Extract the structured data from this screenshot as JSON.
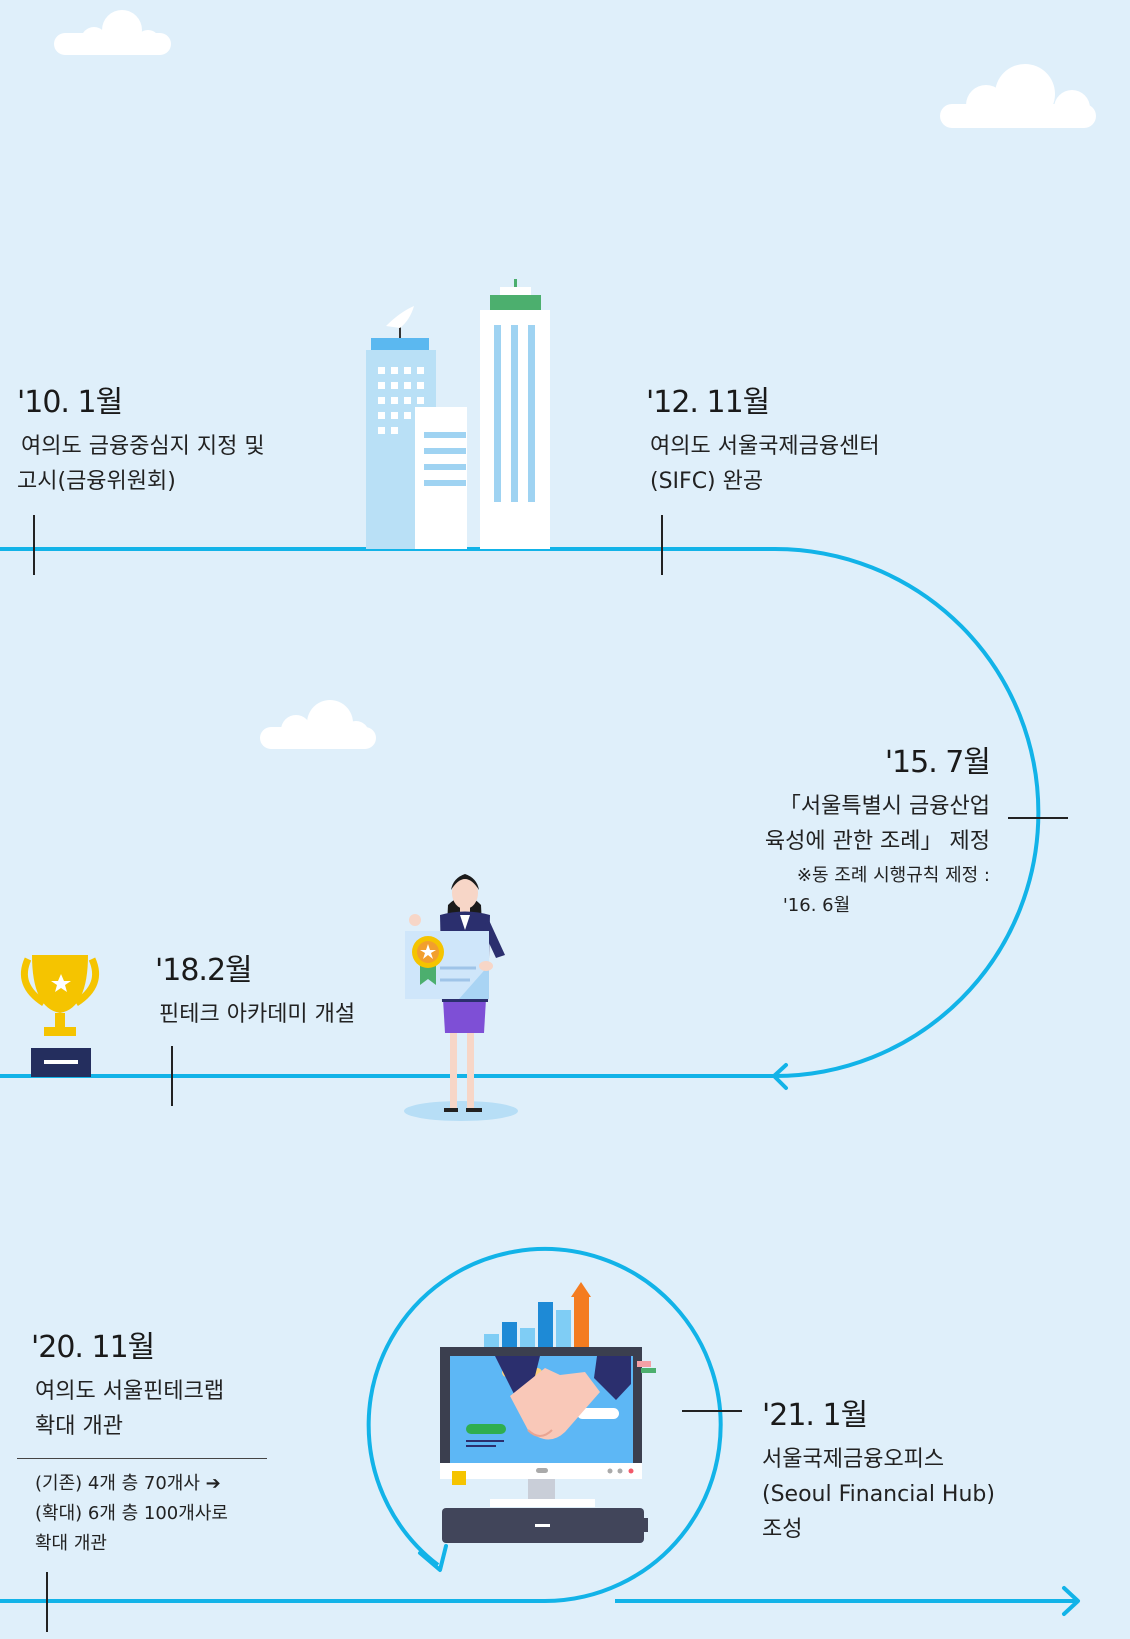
{
  "events": [
    {
      "date": "'10. 1월",
      "lines": [
        "여의도 금융중심지 지정 및",
        "고시(금융위원회)"
      ]
    },
    {
      "date": "'12. 11월",
      "lines": [
        "여의도 서울국제금융센터",
        "(SIFC) 완공"
      ]
    },
    {
      "date": "'15. 7월",
      "lines": [
        "「서울특별시 금융산업",
        "육성에 관한 조례」 제정"
      ],
      "note": [
        "※동 조례 시행규칙 제정 :",
        "'16. 6월"
      ]
    },
    {
      "date": "'18.2월",
      "lines": [
        "핀테크 아카데미 개설"
      ]
    },
    {
      "date": "'20. 11월",
      "lines": [
        "여의도 서울핀테크랩",
        "확대 개관"
      ],
      "detail": [
        "(기존) 4개 층 70개사 ➔",
        "(확대) 6개 층 100개사로",
        "확대 개관"
      ]
    },
    {
      "date": "'21.  1월",
      "lines": [
        "서울국제금융오피스",
        "(Seoul Financial Hub)",
        "조성"
      ]
    }
  ],
  "colors": {
    "background": "#dfeffa",
    "timeline": "#12b3e8",
    "tick": "#222222",
    "trophy": "#f5c400",
    "skirt": "#7e4fd6",
    "arrow_up": "#f47c20",
    "building_green": "#4caf6e"
  },
  "icons": [
    "cloud-icon",
    "buildings-icon",
    "trophy-icon",
    "woman-with-certificate-icon",
    "monitor-handshake-icon",
    "bar-chart-icon"
  ]
}
